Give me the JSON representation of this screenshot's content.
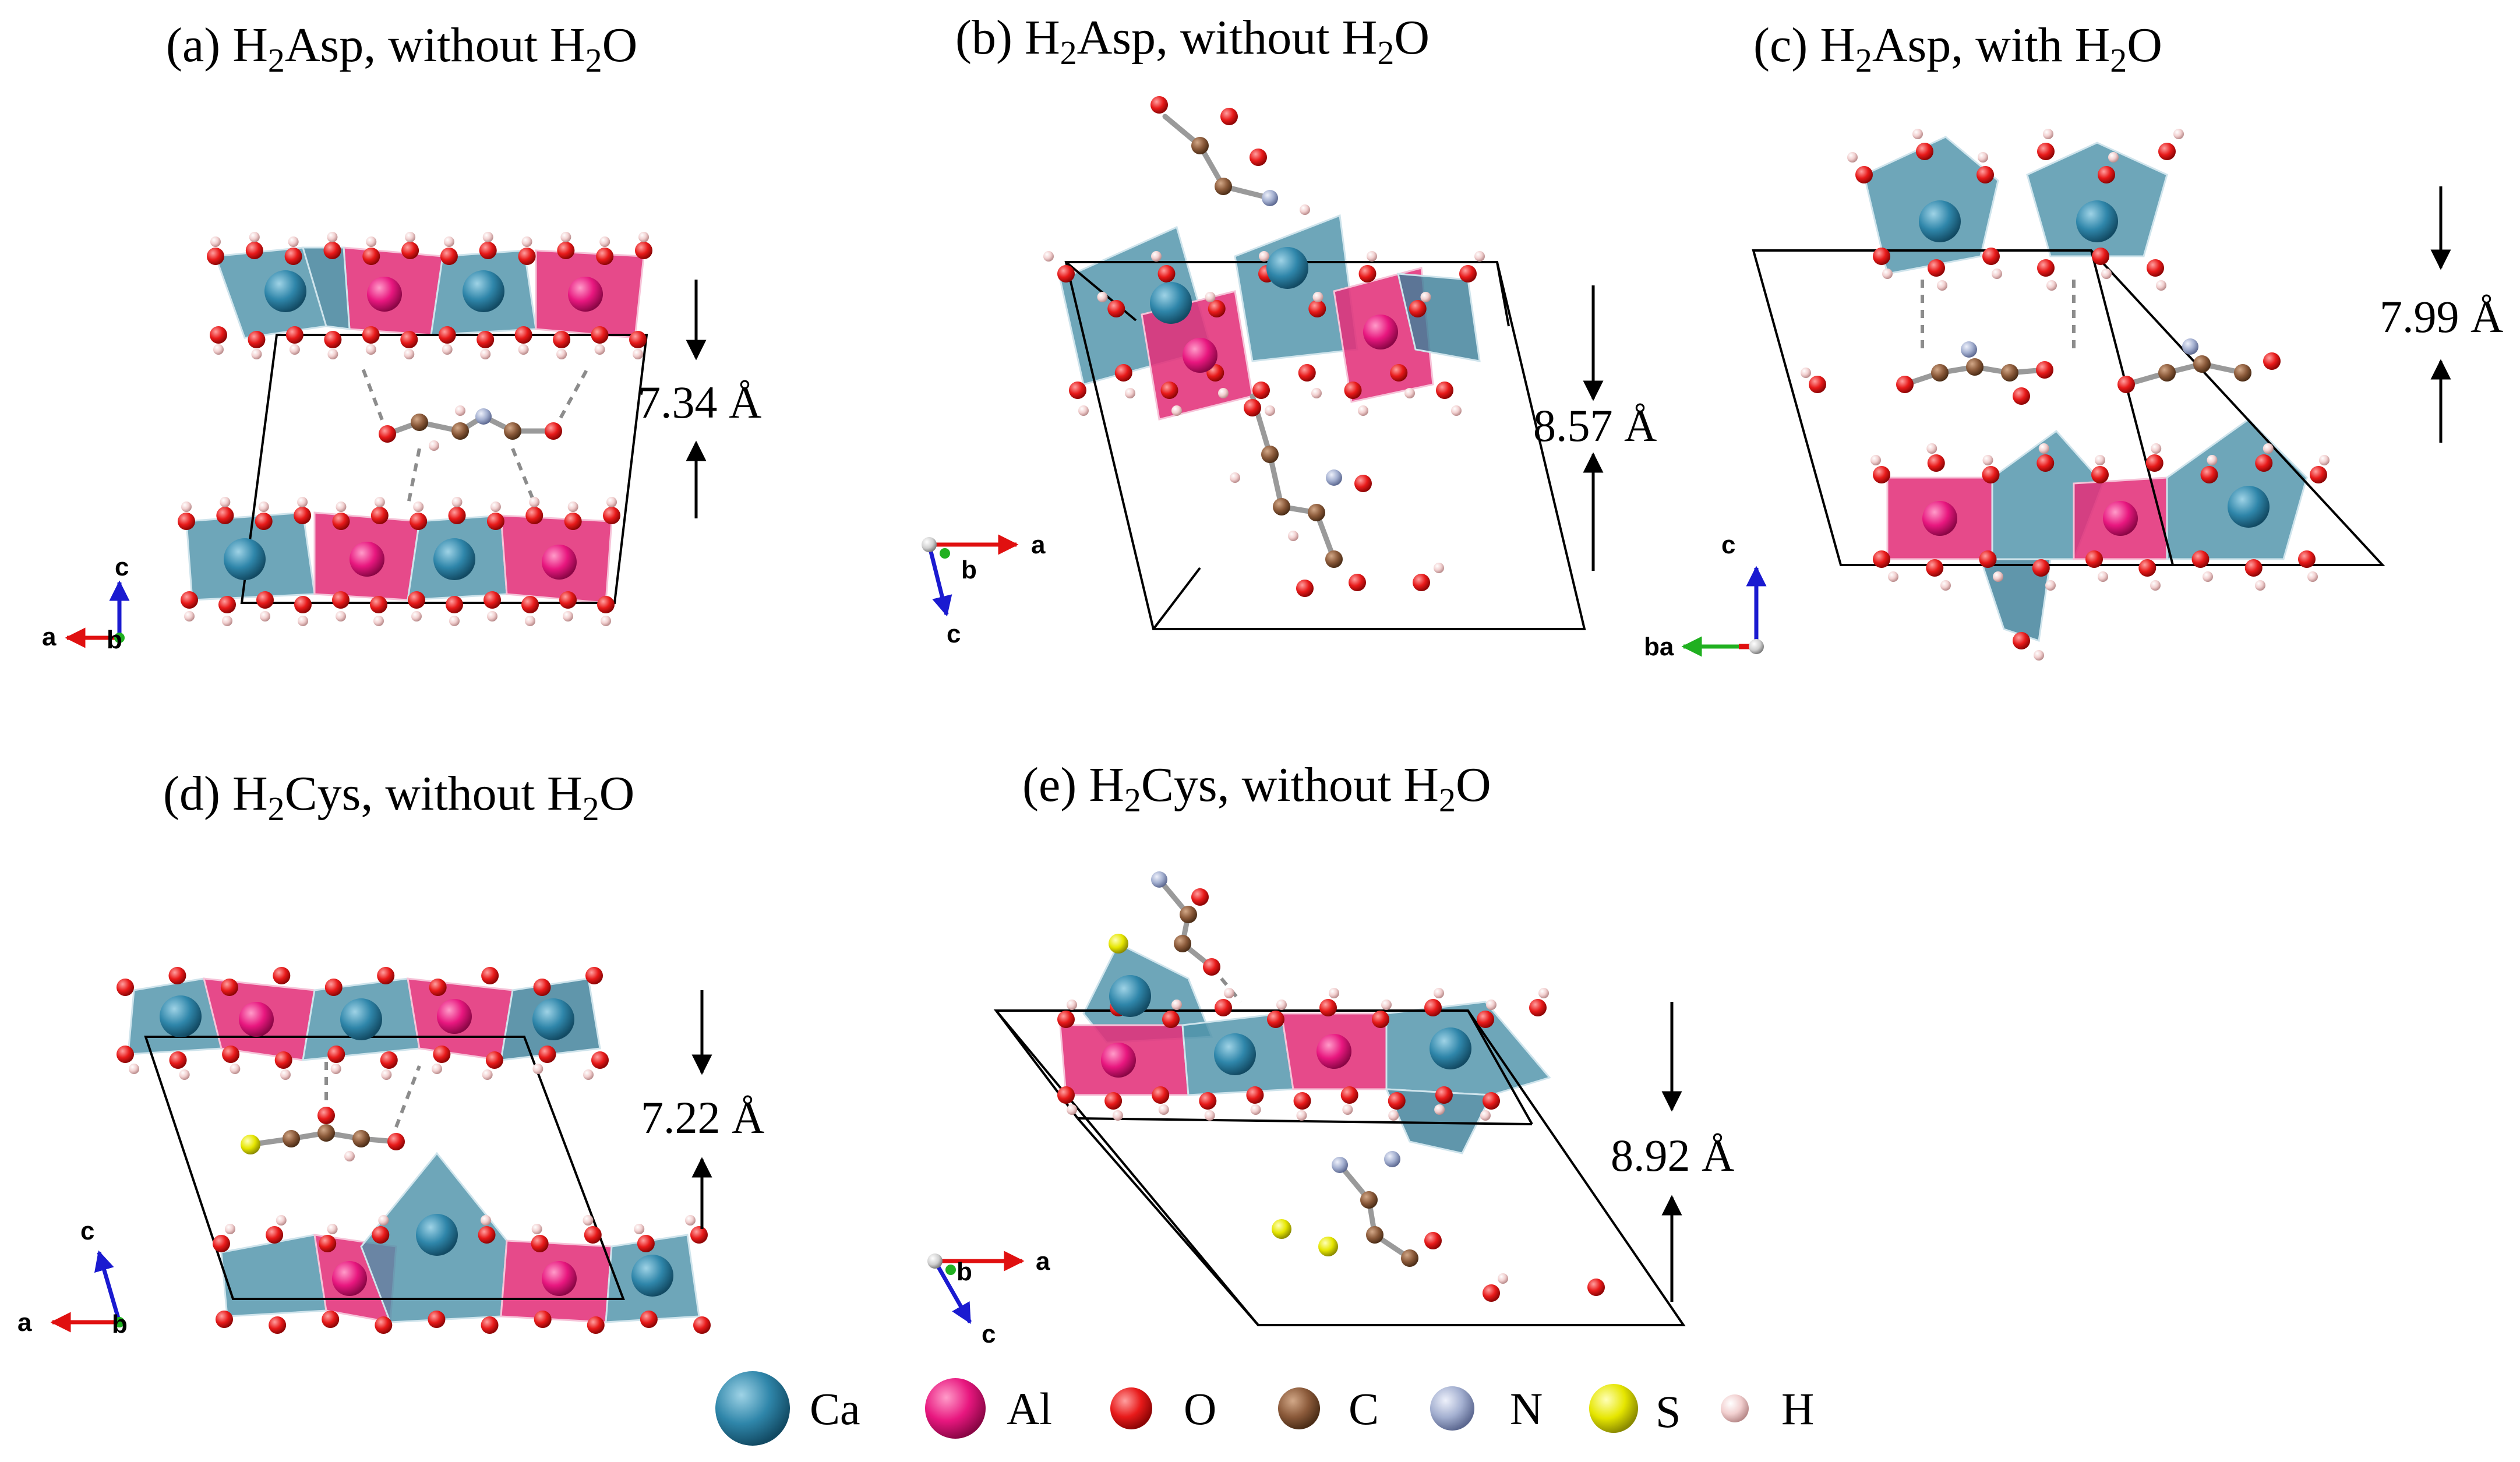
{
  "panels": [
    {
      "id": "a",
      "title": {
        "pre": "(a) H",
        "sub1": "2",
        "mid": "Asp, without H",
        "sub2": "2",
        "post": "O"
      },
      "spacing": "7.34 Å",
      "axes": {
        "x": "a",
        "y": "c",
        "z": "b"
      }
    },
    {
      "id": "b",
      "title": {
        "pre": "(b) H",
        "sub1": "2",
        "mid": "Asp, without H",
        "sub2": "2",
        "post": "O"
      },
      "spacing": "8.57 Å",
      "axes": {
        "x": "a",
        "y": "c",
        "z": "b"
      }
    },
    {
      "id": "c",
      "title": {
        "pre": "(c) H",
        "sub1": "2",
        "mid": "Asp, with H",
        "sub2": "2",
        "post": "O"
      },
      "spacing": "7.99 Å",
      "axes": {
        "x": "ba",
        "y": "c"
      }
    },
    {
      "id": "d",
      "title": {
        "pre": "(d) H",
        "sub1": "2",
        "mid": "Cys, without H",
        "sub2": "2",
        "post": "O"
      },
      "spacing": "7.22 Å",
      "axes": {
        "x": "a",
        "y": "c",
        "z": "b"
      }
    },
    {
      "id": "e",
      "title": {
        "pre": "(e) H",
        "sub1": "2",
        "mid": "Cys, without H",
        "sub2": "2",
        "post": "O"
      },
      "spacing": "8.92 Å",
      "axes": {
        "x": "a",
        "y": "c",
        "z": "b"
      }
    }
  ],
  "legend": [
    {
      "label": "Ca",
      "color": "#2f86aa"
    },
    {
      "label": "Al",
      "color": "#e8177f"
    },
    {
      "label": "O",
      "color": "#e81a1a"
    },
    {
      "label": "C",
      "color": "#8b5a3a"
    },
    {
      "label": "N",
      "color": "#a3afd0"
    },
    {
      "label": "S",
      "color": "#e6e600"
    },
    {
      "label": "H",
      "color": "#f2d0d0"
    }
  ]
}
